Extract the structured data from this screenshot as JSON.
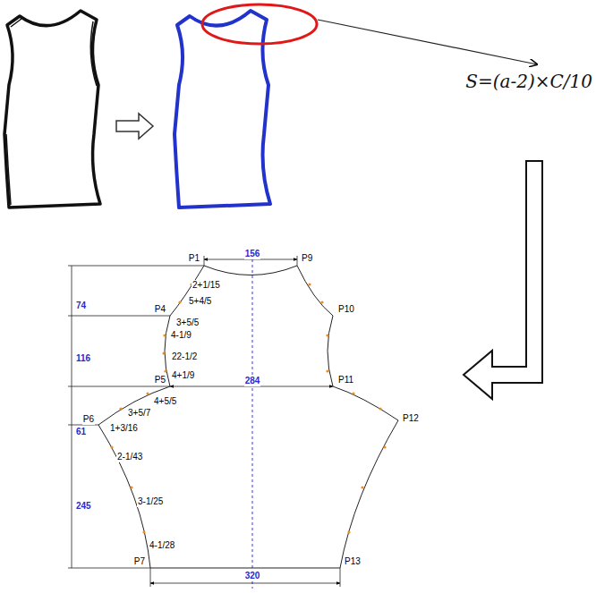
{
  "diagram": {
    "labels": [
      "S=(a-2)×C/10",
      "156",
      "P1",
      "P9",
      "2+1/15",
      "5+4/5",
      "P10",
      "74",
      "P4",
      "3+5/5",
      "4-1/9",
      "116",
      "22-1/2",
      "P5",
      "4+1/9",
      "P11",
      "284",
      "4+5/5",
      "P12",
      "61",
      "P6",
      "3+5/7",
      "1+3/16",
      "2-1/43",
      "245",
      "3-1/25",
      "4-1/28",
      "P7",
      "P13",
      "320"
    ]
  }
}
